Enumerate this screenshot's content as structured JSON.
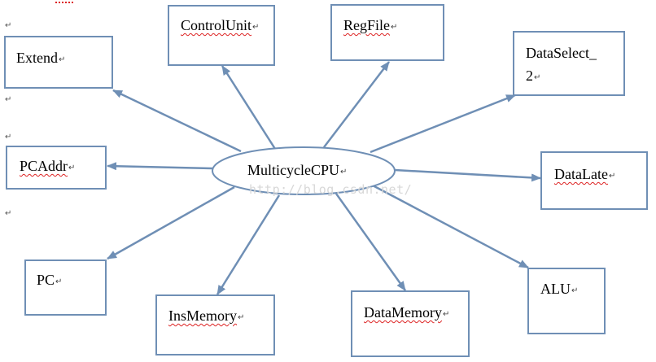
{
  "diagram": {
    "center": {
      "name": "MulticycleCPU"
    },
    "modules": [
      {
        "id": "controlunit",
        "name": "ControlUnit",
        "squiggle": true
      },
      {
        "id": "regfile",
        "name": "RegFile",
        "squiggle": true
      },
      {
        "id": "dataselect2",
        "name": "DataSelect_",
        "name2": "2",
        "squiggle": false
      },
      {
        "id": "extend",
        "name": "Extend",
        "squiggle": false
      },
      {
        "id": "pcaddr",
        "name": "PCAddr",
        "squiggle": true
      },
      {
        "id": "datalate",
        "name": "DataLate",
        "squiggle": true
      },
      {
        "id": "pc",
        "name": "PC",
        "squiggle": false
      },
      {
        "id": "insmemory",
        "name": "InsMemory",
        "squiggle": true
      },
      {
        "id": "datamemory",
        "name": "DataMemory",
        "squiggle": true
      },
      {
        "id": "alu",
        "name": "ALU",
        "squiggle": false
      }
    ],
    "paragraph_mark": "↵",
    "watermark": "http://blog.csdn.net/",
    "colors": {
      "line": "#6f8fb5",
      "squiggle": "#dd2222"
    }
  }
}
